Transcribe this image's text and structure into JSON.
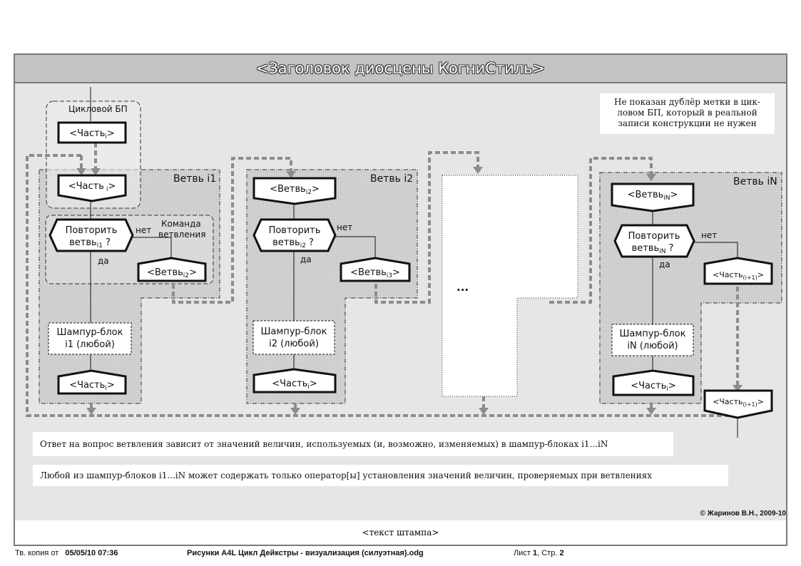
{
  "title": "<Заголовок диосцены КогниСтиль>",
  "note_top": {
    "line1": "Не показан дублёр метки в цик-",
    "line2": "ловом БП, который в реальной",
    "line3": "записи конструкции не нужен"
  },
  "cycle_label": "Цикловой БП",
  "branch1": {
    "title": "Ветвь i1",
    "part_top": "<Часть",
    "part_top_sub": "i",
    "part_second": "<Часть",
    "part_second_sub": "i",
    "question_line1": "Повторить",
    "question_line2": "ветвь",
    "question_sub": "i1",
    "question_mark": "?",
    "no": "нет",
    "yes": "да",
    "command_line1": "Команда",
    "command_line2": "ветвления",
    "goto": "<Ветвь",
    "goto_sub": "i2",
    "shampur_line1": "Шампур-блок",
    "shampur_line2": "i1 (любой)",
    "part_bottom": "<Часть",
    "part_bottom_sub": "i"
  },
  "branch2": {
    "title": "Ветвь i2",
    "head": "<Ветвь",
    "head_sub": "i2",
    "question_line1": "Повторить",
    "question_line2": "ветвь",
    "question_sub": "i2",
    "question_mark": "?",
    "no": "нет",
    "yes": "да",
    "goto": "<Ветвь",
    "goto_sub": "i3",
    "shampur_line1": "Шампур-блок",
    "shampur_line2": "i2 (любой)",
    "part_bottom": "<Часть",
    "part_bottom_sub": "i"
  },
  "ellipsis": "...",
  "branchN": {
    "title": "Ветвь iN",
    "head": "<Ветвь",
    "head_sub": "iN",
    "question_line1": "Повторить",
    "question_line2": "ветвь",
    "question_sub": "iN",
    "question_mark": "?",
    "no": "нет",
    "yes": "да",
    "goto": "<Часть",
    "goto_sub": "(i+1)",
    "shampur_line1": "Шампур-блок",
    "shampur_line2": "iN (любой)",
    "part_bottom": "<Часть",
    "part_bottom_sub": "i",
    "exit": "<Часть",
    "exit_sub": "(i+1)"
  },
  "close": ">",
  "close_q": "?",
  "note1": "Ответ на вопрос ветвления зависит от значений величин, используемых (и, возможно, изменяемых) в шампур-блоках i1...iN",
  "note2": "Любой из шампур-блоков i1...iN может содержать только оператор[ы] установления значений величин, проверяемых при ветвлениях",
  "copyright": "© Жаринов В.Н., 2009-10",
  "stamp": "<текст штампа>",
  "footer": {
    "copy_label": "Тв. копия от",
    "copy_date": "05/05/10  07:36",
    "file": "Рисунки A4L Цикл Дейкстры - визуализация (силуэтная).odg",
    "sheet_label": "Лист",
    "sheet_num": "1",
    "page_label": ", Стр.",
    "page_num": "2"
  },
  "colors": {
    "frame": "#7a7a7a",
    "title_bar": "#c3c3c3",
    "panel": "#d4d4d4",
    "dashed_arrow": "#8c8c8c"
  }
}
